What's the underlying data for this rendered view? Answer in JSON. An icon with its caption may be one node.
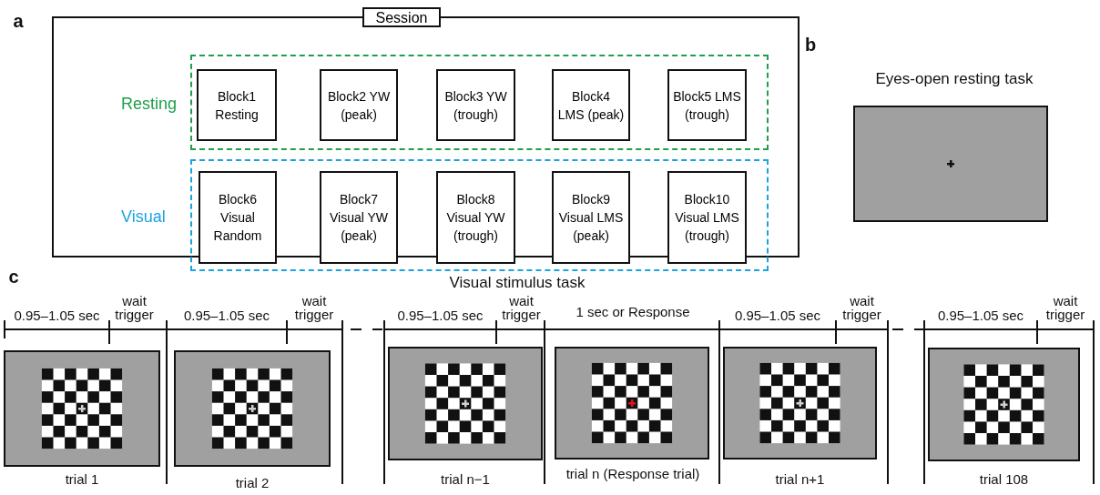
{
  "diagram": {
    "nodes": [
      {
        "text": [
          "Session"
        ]
      },
      {
        "text": [
          "Resting"
        ],
        "in": 0
      },
      {
        "text": [
          "Block1 Resting"
        ],
        "in": 1
      },
      {
        "text": [
          "Block2 YW (peak)"
        ],
        "in": 1
      },
      {
        "text": [
          "Block3 YW (trough)"
        ],
        "in": 1
      },
      {
        "text": [
          "Block4 LMS (peak)"
        ],
        "in": 1
      },
      {
        "text": [
          "Block5 LMS (trough)"
        ],
        "in": 1
      },
      {
        "text": [
          "Visual"
        ],
        "in": 0
      },
      {
        "text": [
          "Block6 Visual Random"
        ],
        "in": 7
      },
      {
        "text": [
          "Block7 Visual YW (peak)"
        ],
        "in": 7
      },
      {
        "text": [
          "Block8 Visual YW (trough)"
        ],
        "in": 7
      },
      {
        "text": [
          "Block9 Visual LMS (peak)"
        ],
        "in": 7
      },
      {
        "text": [
          "Block10 Visual LMS (trough)"
        ],
        "in": 7
      }
    ],
    "labels": [
      "a",
      "b",
      "Eyes-open resting task",
      "c",
      "Visual stimulus task",
      "0.95–1.05 sec",
      "wait trigger",
      "0.95–1.05 sec",
      "wait trigger",
      "0.95–1.05 sec",
      "wait trigger",
      "1 sec or Response",
      "0.95–1.05 sec",
      "wait trigger",
      "0.95–1.05 sec",
      "wait trigger",
      "trial 1",
      "trial 2",
      "trial n−1",
      "trial n (Response trial)",
      "trial n+1",
      "trial 108"
    ]
  }
}
